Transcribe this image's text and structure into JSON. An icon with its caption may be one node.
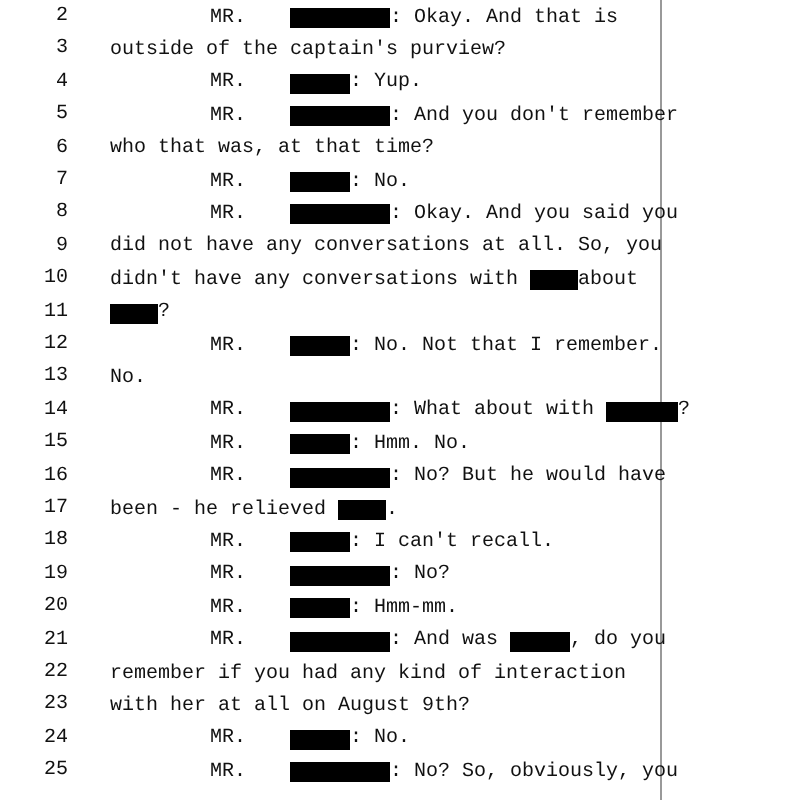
{
  "diagram": {
    "labels": [
      "2",
      "MR.",
      ": Okay. And that is",
      "3",
      "outside of the captain's purview?",
      "4",
      "MR.",
      ": Yup.",
      "5",
      "MR.",
      ": And you don't remember",
      "6",
      "who that was, at that time?",
      "7",
      "MR.",
      ": No.",
      "8",
      "MR.",
      ": Okay. And you said you",
      "9",
      "did not have any conversations at all. So, you",
      "10",
      "didn't have any conversations with",
      "about",
      "11",
      "?",
      "12",
      "MR.",
      ": No. Not that I remember.",
      "13",
      "No.",
      "14",
      "MR.",
      ": What about with",
      "?",
      "15",
      "MR.",
      ": Hmm. No.",
      "16",
      "MR.",
      ": No? But he would have",
      "17",
      "been - he relieved",
      ".",
      "18",
      "MR.",
      ": I can't recall.",
      "19",
      "MR.",
      ": No?",
      "20",
      "MR.",
      ": Hmm-mm.",
      "21",
      "MR.",
      ": And was",
      ", do you",
      "22",
      "remember if you had any kind of interaction",
      "23",
      "with her at all on August 9th?",
      "24",
      "MR.",
      ": No.",
      "25",
      "MR.",
      ": No? So, obviously, you"
    ]
  }
}
